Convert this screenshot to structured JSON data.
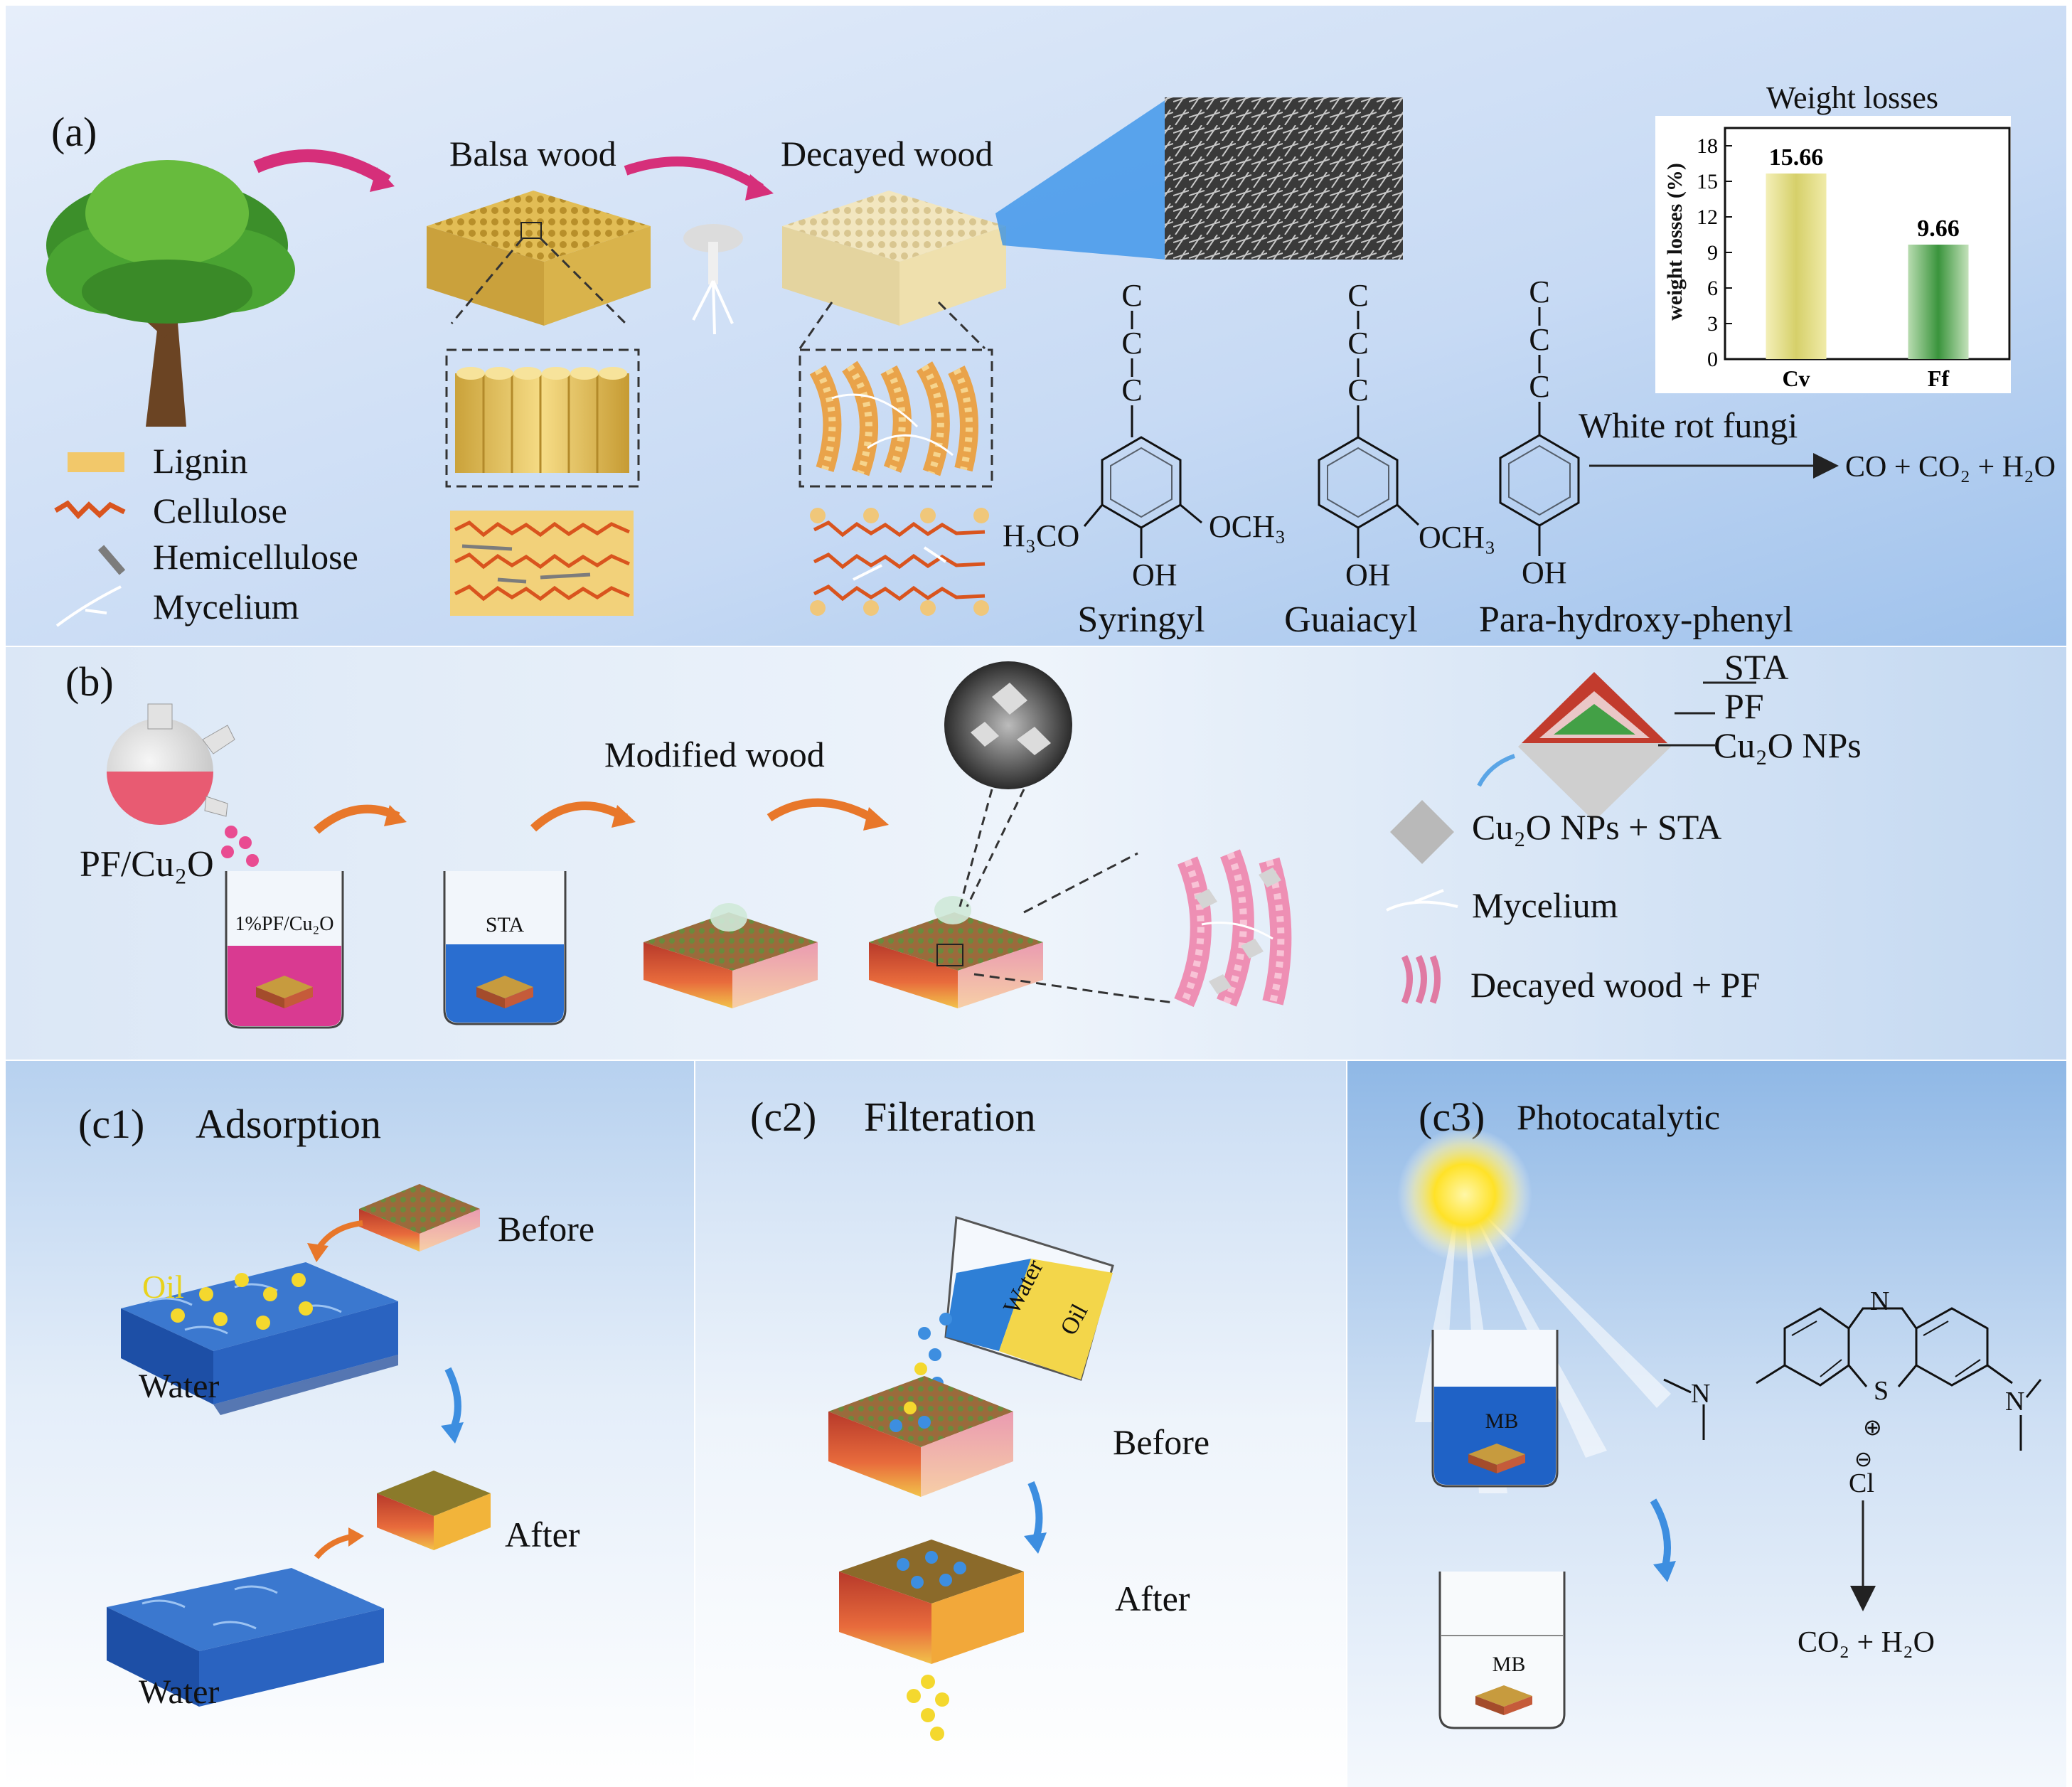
{
  "panel_a": {
    "label": "(a)",
    "balsa_title": "Balsa wood",
    "decayed_title": "Decayed wood",
    "legend": [
      {
        "key": "lignin",
        "label": "Lignin"
      },
      {
        "key": "cellulose",
        "label": "Cellulose"
      },
      {
        "key": "hemicellulose",
        "label": "Hemicellulose"
      },
      {
        "key": "mycelium",
        "label": "Mycelium"
      }
    ],
    "monomers": {
      "syringyl": {
        "name": "Syringyl",
        "left_group": "H₃CO",
        "right_group": "OCH₃",
        "oh": "OH",
        "chain": "C"
      },
      "guaiacyl": {
        "name": "Guaiacyl",
        "right_group": "OCH₃",
        "oh": "OH",
        "chain": "C"
      },
      "hydroxyphenyl": {
        "name": "Para-hydroxy-phenyl",
        "oh": "OH",
        "chain": "C"
      }
    },
    "reaction": {
      "agent": "White rot fungi",
      "products": "CO + CO₂ + H₂O"
    }
  },
  "chart_data": {
    "type": "bar",
    "title": "Weight losses",
    "ylabel": "weight losses (%)",
    "xlabel": "",
    "categories": [
      "Cv",
      "Ff"
    ],
    "values": [
      15.66,
      9.66
    ],
    "value_labels": [
      "15.66",
      "9.66"
    ],
    "ylim": [
      0,
      18
    ],
    "yticks": [
      0,
      3,
      6,
      9,
      12,
      15,
      18
    ],
    "bar_colors": [
      "#d8d46a",
      "#3f9a3f"
    ],
    "grid": false
  },
  "panel_b": {
    "label": "(b)",
    "flask_label": "PF/Cu₂O",
    "beaker1_label": "1%PF/Cu₂O",
    "beaker2_label": "STA",
    "modified_title": "Modified wood",
    "layers": [
      "STA",
      "PF",
      "Cu₂O NPs"
    ],
    "legend": [
      {
        "key": "particles",
        "label": "Cu₂O NPs + STA"
      },
      {
        "key": "mycelium",
        "label": "Mycelium"
      },
      {
        "key": "decayed",
        "label": "Decayed wood + PF"
      }
    ]
  },
  "panel_c1": {
    "label": "(c1)",
    "title": "Adsorption",
    "oil": "Oil",
    "water_top": "Water",
    "water_bottom": "Water",
    "before": "Before",
    "after": "After"
  },
  "panel_c2": {
    "label": "(c2)",
    "title": "Filteration",
    "cup_water": "Water",
    "cup_oil": "Oil",
    "before": "Before",
    "after": "After"
  },
  "panel_c3": {
    "label": "(c3)",
    "title": "Photocatalytic",
    "beaker_top": "MB",
    "beaker_bottom": "MB",
    "atom_n": "N",
    "atom_s": "S",
    "plus": "⊕",
    "minus": "⊖",
    "chloride": "Cl",
    "products": "CO₂ + H₂O"
  },
  "colors": {
    "accent_pink": "#d62f7a",
    "accent_orange": "#e8772a",
    "sky_blue": "#cfe2f6",
    "wood_gold": "#e5c15b",
    "cellulose": "#d9541e"
  }
}
